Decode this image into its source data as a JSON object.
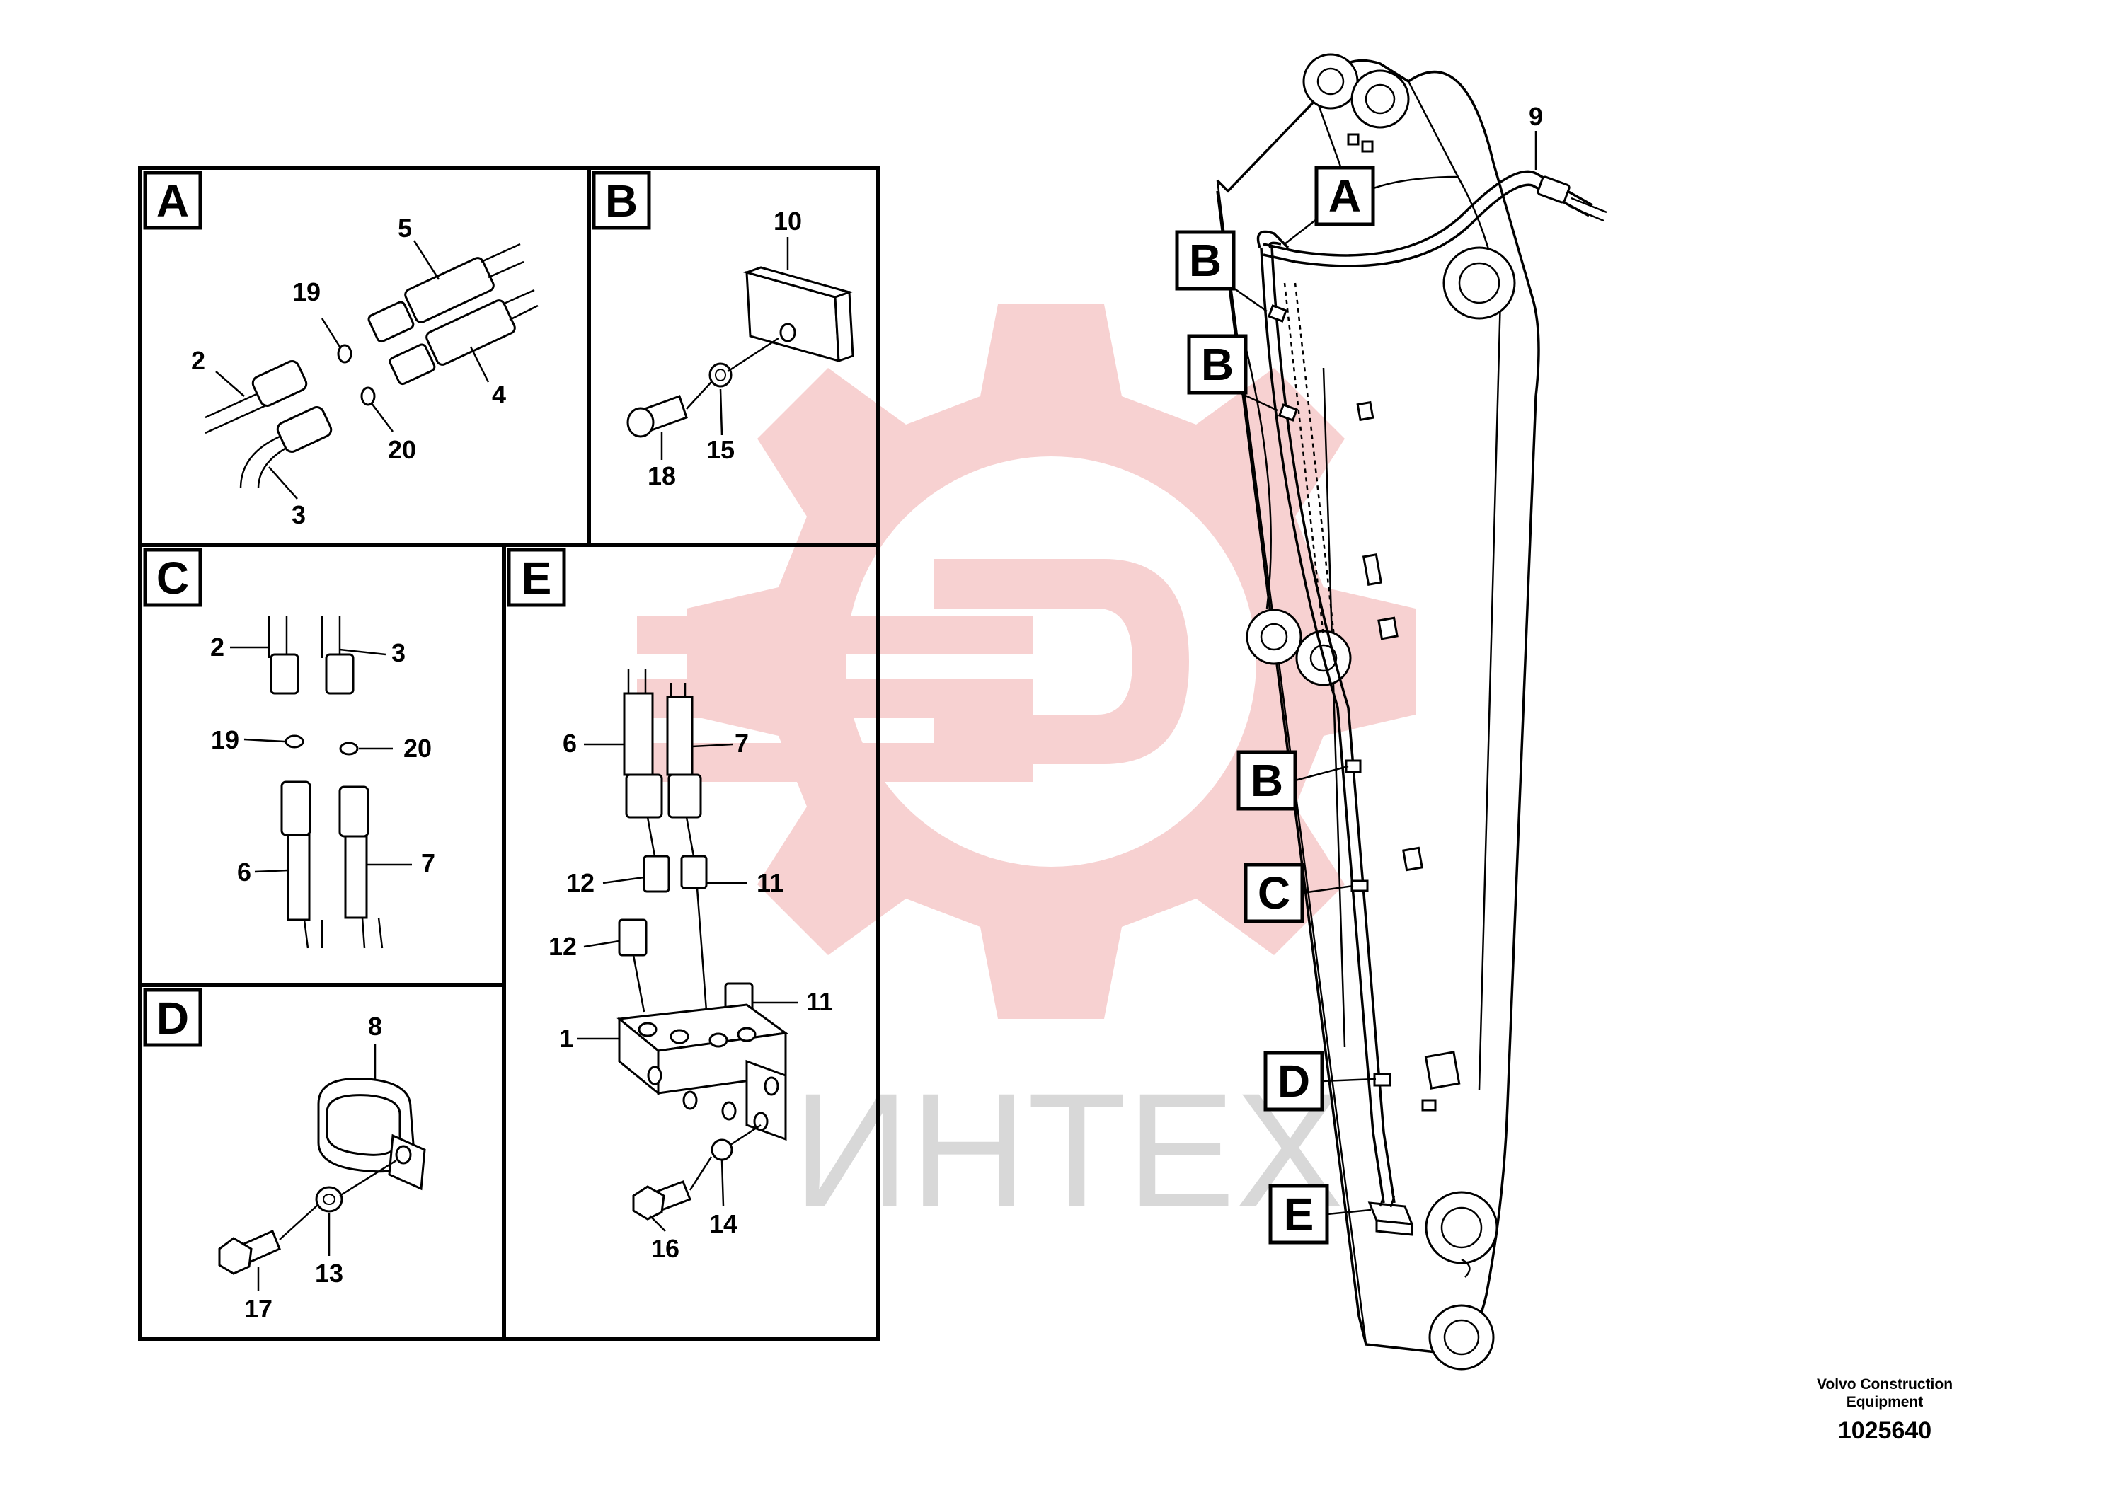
{
  "watermark": {
    "text": "ИНТЕХ",
    "color": "#f2b8b8"
  },
  "panels": {
    "A": {
      "letter": "A",
      "labels": {
        "p2": "2",
        "p3": "3",
        "p4": "4",
        "p5": "5",
        "p19": "19",
        "p20": "20"
      }
    },
    "B": {
      "letter": "B",
      "labels": {
        "p10": "10",
        "p15": "15",
        "p18": "18"
      }
    },
    "C": {
      "letter": "C",
      "labels": {
        "p2": "2",
        "p3": "3",
        "p19": "19",
        "p20": "20",
        "p6": "6",
        "p7": "7"
      }
    },
    "D": {
      "letter": "D",
      "labels": {
        "p8": "8",
        "p13": "13",
        "p17": "17"
      }
    },
    "E": {
      "letter": "E",
      "labels": {
        "p6": "6",
        "p7": "7",
        "p12a": "12",
        "p11a": "11",
        "p12b": "12",
        "p11b": "11",
        "p1": "1",
        "p14": "14",
        "p16": "16"
      }
    }
  },
  "overview": {
    "p9": "9",
    "callout_A": "A",
    "callout_B1": "B",
    "callout_B2": "B",
    "callout_B3": "B",
    "callout_C": "C",
    "callout_D": "D",
    "callout_E": "E"
  },
  "footer": {
    "company_line1": "Volvo Construction",
    "company_line2": "Equipment",
    "drawing_number": "1025640"
  }
}
